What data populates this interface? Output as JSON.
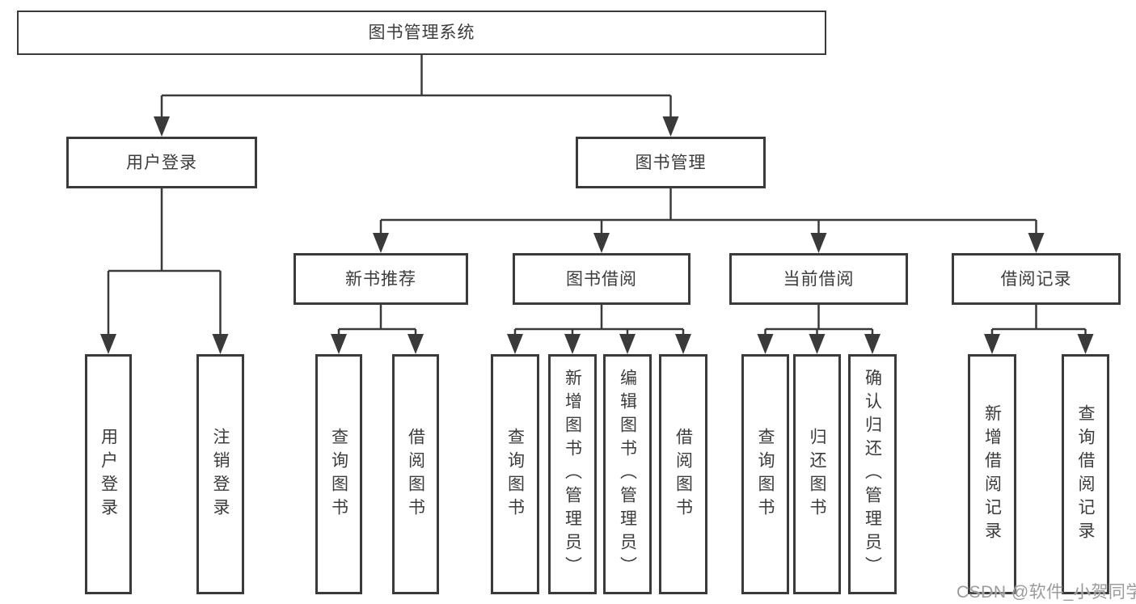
{
  "colors": {
    "line": "#3a3a3a",
    "node_border": "#3a3a3a",
    "node_text": "#3c3c3c",
    "background": "#ffffff",
    "watermark": "#9b9b9b"
  },
  "watermark": {
    "text": "CSDN @软件_小贺同学"
  },
  "tree": {
    "root": {
      "label": "图书管理系统"
    },
    "children": [
      {
        "label": "用户登录",
        "children": [
          {
            "label": "用户登录"
          },
          {
            "label": "注销登录"
          }
        ]
      },
      {
        "label": "图书管理",
        "children": [
          {
            "label": "新书推荐",
            "children": [
              {
                "label": "查询图书"
              },
              {
                "label": "借阅图书"
              }
            ]
          },
          {
            "label": "图书借阅",
            "children": [
              {
                "label": "查询图书"
              },
              {
                "label": "新增图书（管理员）"
              },
              {
                "label": "编辑图书（管理员）"
              },
              {
                "label": "借阅图书"
              }
            ]
          },
          {
            "label": "当前借阅",
            "children": [
              {
                "label": "查询图书"
              },
              {
                "label": "归还图书"
              },
              {
                "label": "确认归还（管理员）"
              }
            ]
          },
          {
            "label": "借阅记录",
            "children": [
              {
                "label": "新增借阅记录"
              },
              {
                "label": "查询借阅记录"
              }
            ]
          }
        ]
      }
    ]
  }
}
